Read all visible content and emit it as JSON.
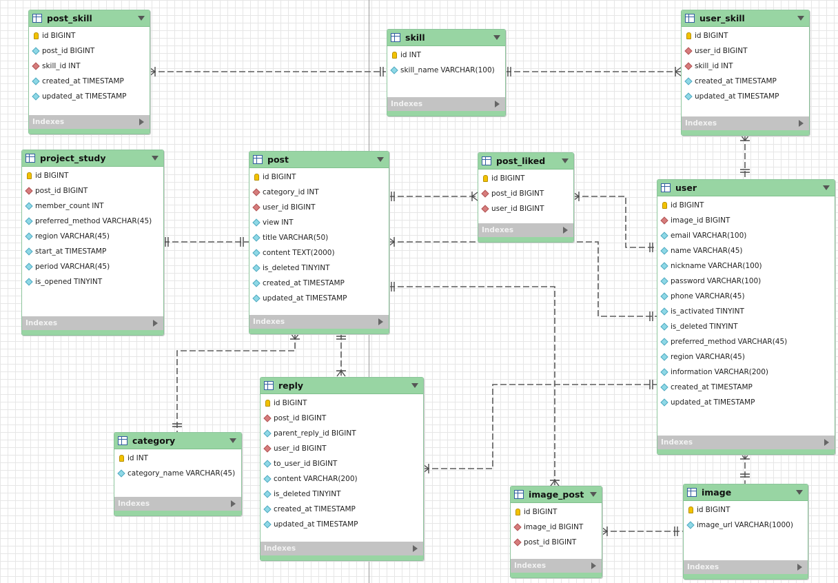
{
  "indexes_label": "Indexes",
  "entities": {
    "post_skill": {
      "name": "post_skill",
      "columns": [
        {
          "icon": "pk",
          "name": "id",
          "type": "BIGINT"
        },
        {
          "icon": "col",
          "name": "post_id",
          "type": "BIGINT"
        },
        {
          "icon": "fk",
          "name": "skill_id",
          "type": "INT"
        },
        {
          "icon": "col",
          "name": "created_at",
          "type": "TIMESTAMP"
        },
        {
          "icon": "col",
          "name": "updated_at",
          "type": "TIMESTAMP"
        }
      ]
    },
    "skill": {
      "name": "skill",
      "columns": [
        {
          "icon": "pk",
          "name": "id",
          "type": "INT"
        },
        {
          "icon": "col",
          "name": "skill_name",
          "type": "VARCHAR(100)"
        }
      ]
    },
    "user_skill": {
      "name": "user_skill",
      "columns": [
        {
          "icon": "pk",
          "name": "id",
          "type": "BIGINT"
        },
        {
          "icon": "fk",
          "name": "user_id",
          "type": "BIGINT"
        },
        {
          "icon": "fk",
          "name": "skill_id",
          "type": "INT"
        },
        {
          "icon": "col",
          "name": "created_at",
          "type": "TIMESTAMP"
        },
        {
          "icon": "col",
          "name": "updated_at",
          "type": "TIMESTAMP"
        }
      ]
    },
    "project_study": {
      "name": "project_study",
      "columns": [
        {
          "icon": "pk",
          "name": "id",
          "type": "BIGINT"
        },
        {
          "icon": "fk",
          "name": "post_id",
          "type": "BIGINT"
        },
        {
          "icon": "col",
          "name": "member_count",
          "type": "INT"
        },
        {
          "icon": "col",
          "name": "preferred_method",
          "type": "VARCHAR(45)"
        },
        {
          "icon": "col",
          "name": "region",
          "type": "VARCHAR(45)"
        },
        {
          "icon": "col",
          "name": "start_at",
          "type": "TIMESTAMP"
        },
        {
          "icon": "col",
          "name": "period",
          "type": "VARCHAR(45)"
        },
        {
          "icon": "col",
          "name": "is_opened",
          "type": "TINYINT"
        }
      ]
    },
    "post": {
      "name": "post",
      "columns": [
        {
          "icon": "pk",
          "name": "id",
          "type": "BIGINT"
        },
        {
          "icon": "fk",
          "name": "category_id",
          "type": "INT"
        },
        {
          "icon": "fk",
          "name": "user_id",
          "type": "BIGINT"
        },
        {
          "icon": "col",
          "name": "view",
          "type": "INT"
        },
        {
          "icon": "col",
          "name": "title",
          "type": "VARCHAR(50)"
        },
        {
          "icon": "col",
          "name": "content",
          "type": "TEXT(2000)"
        },
        {
          "icon": "col",
          "name": "is_deleted",
          "type": "TINYINT"
        },
        {
          "icon": "col",
          "name": "created_at",
          "type": "TIMESTAMP"
        },
        {
          "icon": "col",
          "name": "updated_at",
          "type": "TIMESTAMP"
        }
      ]
    },
    "post_liked": {
      "name": "post_liked",
      "columns": [
        {
          "icon": "pk",
          "name": "id",
          "type": "BIGINT"
        },
        {
          "icon": "fk",
          "name": "post_id",
          "type": "BIGINT"
        },
        {
          "icon": "fk",
          "name": "user_id",
          "type": "BIGINT"
        }
      ]
    },
    "user": {
      "name": "user",
      "columns": [
        {
          "icon": "pk",
          "name": "id",
          "type": "BIGINT"
        },
        {
          "icon": "fk",
          "name": "image_id",
          "type": "BIGINT"
        },
        {
          "icon": "col",
          "name": "email",
          "type": "VARCHAR(100)"
        },
        {
          "icon": "col",
          "name": "name",
          "type": "VARCHAR(45)"
        },
        {
          "icon": "col",
          "name": "nickname",
          "type": "VARCHAR(100)"
        },
        {
          "icon": "col",
          "name": "password",
          "type": "VARCHAR(100)"
        },
        {
          "icon": "col",
          "name": "phone",
          "type": "VARCHAR(45)"
        },
        {
          "icon": "col",
          "name": "is_activated",
          "type": "TINYINT"
        },
        {
          "icon": "col",
          "name": "is_deleted",
          "type": "TINYINT"
        },
        {
          "icon": "col",
          "name": "preferred_method",
          "type": "VARCHAR(45)"
        },
        {
          "icon": "col",
          "name": "region",
          "type": "VARCHAR(45)"
        },
        {
          "icon": "col",
          "name": "information",
          "type": "VARCHAR(200)"
        },
        {
          "icon": "col",
          "name": "created_at",
          "type": "TIMESTAMP"
        },
        {
          "icon": "col",
          "name": "updated_at",
          "type": "TIMESTAMP"
        }
      ]
    },
    "category": {
      "name": "category",
      "columns": [
        {
          "icon": "pk",
          "name": "id",
          "type": "INT"
        },
        {
          "icon": "col",
          "name": "category_name",
          "type": "VARCHAR(45)"
        }
      ]
    },
    "reply": {
      "name": "reply",
      "columns": [
        {
          "icon": "pk",
          "name": "id",
          "type": "BIGINT"
        },
        {
          "icon": "fk",
          "name": "post_id",
          "type": "BIGINT"
        },
        {
          "icon": "col",
          "name": "parent_reply_id",
          "type": "BIGINT"
        },
        {
          "icon": "fk",
          "name": "user_id",
          "type": "BIGINT"
        },
        {
          "icon": "col",
          "name": "to_user_id",
          "type": "BIGINT"
        },
        {
          "icon": "col",
          "name": "content",
          "type": "VARCHAR(200)"
        },
        {
          "icon": "col",
          "name": "is_deleted",
          "type": "TINYINT"
        },
        {
          "icon": "col",
          "name": "created_at",
          "type": "TIMESTAMP"
        },
        {
          "icon": "col",
          "name": "updated_at",
          "type": "TIMESTAMP"
        }
      ]
    },
    "image_post": {
      "name": "image_post",
      "columns": [
        {
          "icon": "pk",
          "name": "id",
          "type": "BIGINT"
        },
        {
          "icon": "fk",
          "name": "image_id",
          "type": "BIGINT"
        },
        {
          "icon": "fk",
          "name": "post_id",
          "type": "BIGINT"
        }
      ]
    },
    "image": {
      "name": "image",
      "columns": [
        {
          "icon": "pk",
          "name": "id",
          "type": "BIGINT"
        },
        {
          "icon": "col",
          "name": "image_url",
          "type": "VARCHAR(1000)"
        }
      ]
    }
  },
  "relationships": [
    {
      "from": "skill",
      "to": "post_skill",
      "cardinality": "one-to-many"
    },
    {
      "from": "skill",
      "to": "user_skill",
      "cardinality": "one-to-many"
    },
    {
      "from": "user",
      "to": "user_skill",
      "cardinality": "one-to-many"
    },
    {
      "from": "post",
      "to": "project_study",
      "cardinality": "one-to-one"
    },
    {
      "from": "post",
      "to": "post_liked",
      "cardinality": "one-to-many"
    },
    {
      "from": "user",
      "to": "post_liked",
      "cardinality": "one-to-many"
    },
    {
      "from": "user",
      "to": "post",
      "cardinality": "one-to-many"
    },
    {
      "from": "category",
      "to": "post",
      "cardinality": "one-to-many"
    },
    {
      "from": "post",
      "to": "reply",
      "cardinality": "one-to-many"
    },
    {
      "from": "user",
      "to": "reply",
      "cardinality": "one-to-many"
    },
    {
      "from": "post",
      "to": "image_post",
      "cardinality": "one-to-many"
    },
    {
      "from": "image",
      "to": "image_post",
      "cardinality": "one-to-many"
    },
    {
      "from": "image",
      "to": "user",
      "cardinality": "one-to-many"
    }
  ]
}
